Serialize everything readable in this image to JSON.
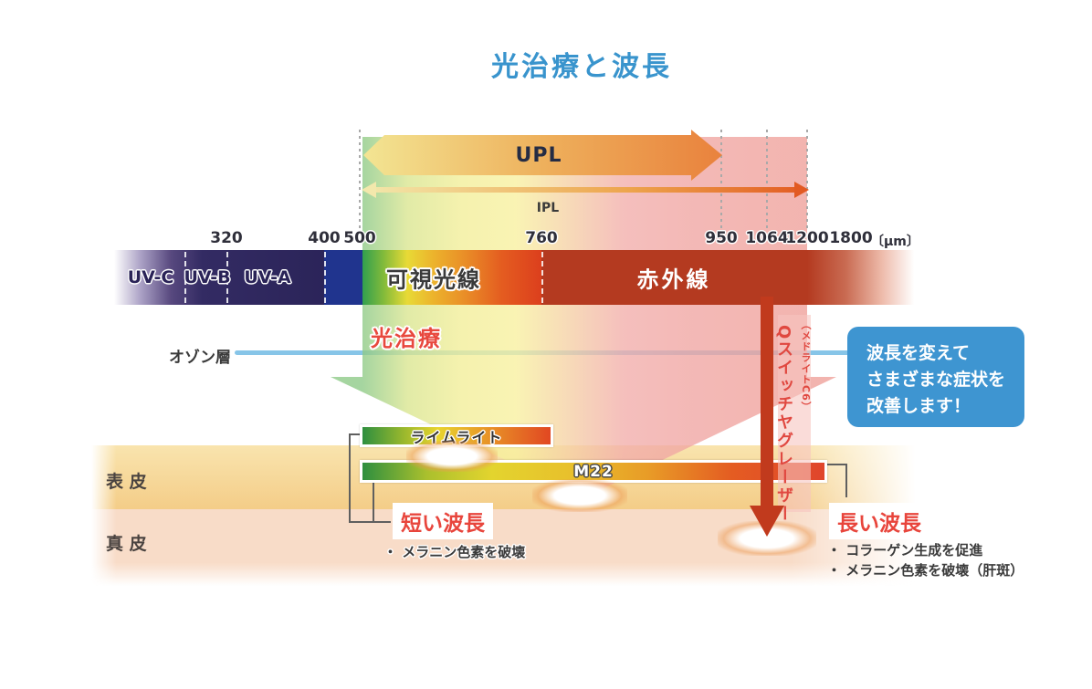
{
  "title": {
    "text": "光治療と波長"
  },
  "arrows": {
    "upl": "UPL",
    "ipl": "IPL"
  },
  "axis": {
    "ticks": [
      {
        "label": "320"
      },
      {
        "label": "400"
      },
      {
        "label": "500"
      },
      {
        "label": "760"
      },
      {
        "label": "950"
      },
      {
        "label": "1064"
      },
      {
        "label": "1200"
      },
      {
        "label": "1800"
      }
    ],
    "unit": "〔μm〕"
  },
  "spectrum": {
    "uvc": "UV-C",
    "uvb": "UV-B",
    "uva": "UV-A",
    "visible": "可視光線",
    "infrared": "赤外線"
  },
  "ozone": {
    "label": "オゾン層"
  },
  "therapy": {
    "label": "光治療"
  },
  "devices": {
    "limelight": "ライムライト",
    "m22": "M22",
    "yag_laser": "Qスイッチヤグレーザー",
    "yag_model": "（メドライトC6）"
  },
  "callout": {
    "lines": [
      "波長を変えて",
      "さまざまな症状を",
      "改善します！"
    ]
  },
  "skin": {
    "epidermis": "表 皮",
    "dermis": "真 皮"
  },
  "short_wave": {
    "title": "短い波長",
    "bullets": [
      "・ メラニン色素を破壊"
    ]
  },
  "long_wave": {
    "title": "長い波長",
    "bullets": [
      "・ コラーゲン生成を促進",
      "・ メラニン色素を破壊（肝斑）"
    ]
  },
  "colors": {
    "title_blue": "#3994cd",
    "accent_red": "#e8483e",
    "callout_blue": "#3e95d1",
    "laser_red": "#c13a1d",
    "ozone_blue": "#87c5e8",
    "infrared": "#b43a20"
  }
}
